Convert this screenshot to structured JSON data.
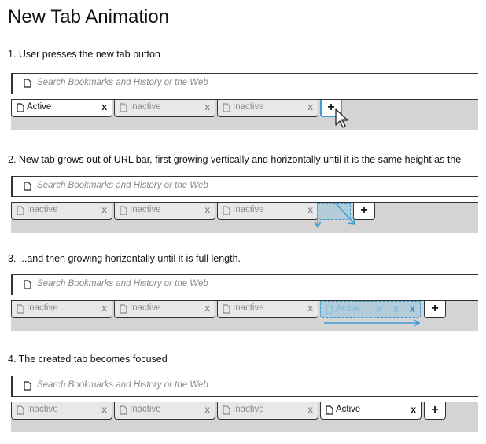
{
  "title": "New Tab Animation",
  "steps": [
    "1. User presses the new tab button",
    "2. New tab grows out of URL bar, first growing vertically and horizontally until it is the same height as the",
    "3. ...and then growing horizontally until it is full length.",
    "4. The created tab becomes focused"
  ],
  "url_placeholder": "Search Bookmarks and History or the Web",
  "tabs": {
    "active_label": "Active",
    "inactive_label": "Inactive",
    "close_glyph": "x",
    "new_tab_glyph": "+"
  },
  "icons": {
    "page": "page-icon",
    "cursor": "cursor-arrow-icon",
    "grow_arrow": "arrow-icon"
  },
  "colors": {
    "tabstrip": "#d4d4d4",
    "inactive_tab": "#e8e8e8",
    "animation": "#3a9bd5"
  }
}
